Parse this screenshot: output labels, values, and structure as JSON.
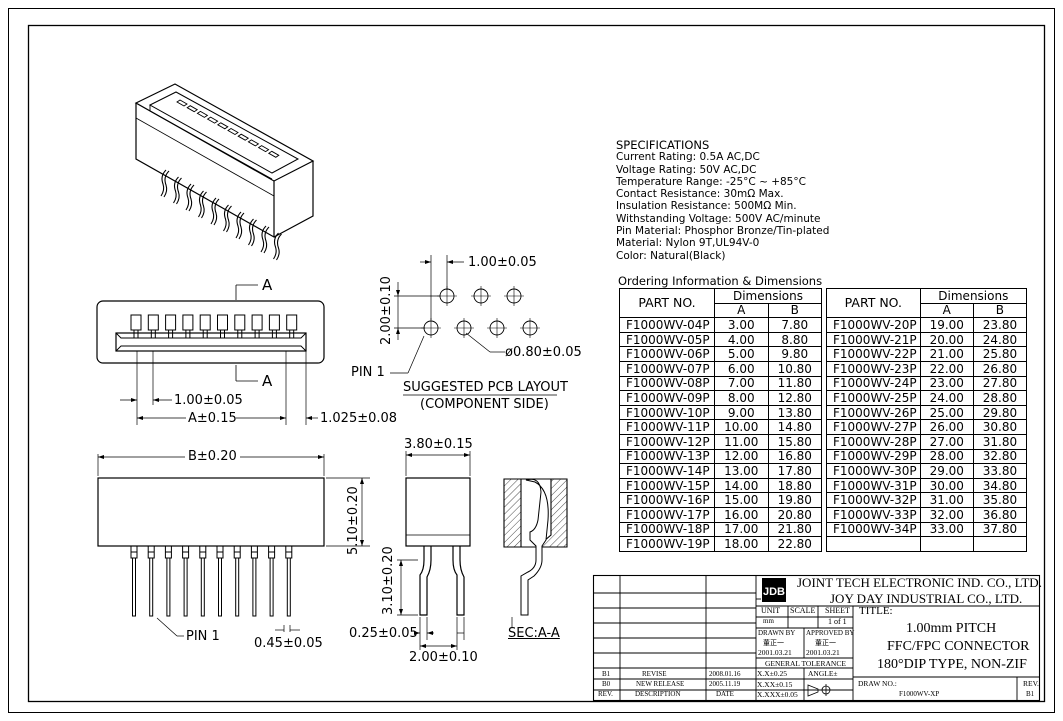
{
  "drawing": {
    "labels": {
      "section_a": "A",
      "dim_1_00": "1.00±0.05",
      "dim_a": "A±0.15",
      "dim_1_025": "1.025±0.08",
      "dim_b": "B±0.20",
      "dim_5_10": "5.10±0.20",
      "pin1_bottom": "PIN 1",
      "dim_0_45": "0.45±0.05",
      "dim_3_80": "3.80±0.15",
      "dim_3_10": "3.10±0.20",
      "dim_0_25": "0.25±0.05",
      "dim_2_00_bottom": "2.00±0.10",
      "sec_aa": "SEC:A-A",
      "pcb_1_00": "1.00±0.05",
      "pcb_0_10": "0.10",
      "pcb_2_00": "2.00±",
      "pcb_hole": "ø0.80±0.05",
      "pcb_pin1": "PIN 1",
      "pcb_title": "SUGGESTED PCB LAYOUT",
      "pcb_sub": "(COMPONENT SIDE)"
    }
  },
  "specifications": {
    "heading": "SPECIFICATIONS",
    "lines": [
      "Current Rating: 0.5A AC,DC",
      "Voltage Rating: 50V AC,DC",
      "Temperature Range: -25°C ~ +85°C",
      "Contact Resistance: 30mΩ Max.",
      "Insulation Resistance: 500MΩ Min.",
      "Withstanding Voltage: 500V AC/minute",
      "Pin Material: Phosphor Bronze/Tin-plated",
      "Material: Nylon 9T,UL94V-0",
      "Color: Natural(Black)"
    ]
  },
  "ordering": {
    "title": "Ordering Information & Dimensions",
    "part_header": "PART NO.",
    "dim_header": "Dimensions",
    "col_a": "A",
    "col_b": "B",
    "left_rows": [
      {
        "part": "F1000WV-04P",
        "a": "3.00",
        "b": "7.80"
      },
      {
        "part": "F1000WV-05P",
        "a": "4.00",
        "b": "8.80"
      },
      {
        "part": "F1000WV-06P",
        "a": "5.00",
        "b": "9.80"
      },
      {
        "part": "F1000WV-07P",
        "a": "6.00",
        "b": "10.80"
      },
      {
        "part": "F1000WV-08P",
        "a": "7.00",
        "b": "11.80"
      },
      {
        "part": "F1000WV-09P",
        "a": "8.00",
        "b": "12.80"
      },
      {
        "part": "F1000WV-10P",
        "a": "9.00",
        "b": "13.80"
      },
      {
        "part": "F1000WV-11P",
        "a": "10.00",
        "b": "14.80"
      },
      {
        "part": "F1000WV-12P",
        "a": "11.00",
        "b": "15.80"
      },
      {
        "part": "F1000WV-13P",
        "a": "12.00",
        "b": "16.80"
      },
      {
        "part": "F1000WV-14P",
        "a": "13.00",
        "b": "17.80"
      },
      {
        "part": "F1000WV-15P",
        "a": "14.00",
        "b": "18.80"
      },
      {
        "part": "F1000WV-16P",
        "a": "15.00",
        "b": "19.80"
      },
      {
        "part": "F1000WV-17P",
        "a": "16.00",
        "b": "20.80"
      },
      {
        "part": "F1000WV-18P",
        "a": "17.00",
        "b": "21.80"
      },
      {
        "part": "F1000WV-19P",
        "a": "18.00",
        "b": "22.80"
      }
    ],
    "right_rows": [
      {
        "part": "F1000WV-20P",
        "a": "19.00",
        "b": "23.80"
      },
      {
        "part": "F1000WV-21P",
        "a": "20.00",
        "b": "24.80"
      },
      {
        "part": "F1000WV-22P",
        "a": "21.00",
        "b": "25.80"
      },
      {
        "part": "F1000WV-23P",
        "a": "22.00",
        "b": "26.80"
      },
      {
        "part": "F1000WV-24P",
        "a": "23.00",
        "b": "27.80"
      },
      {
        "part": "F1000WV-25P",
        "a": "24.00",
        "b": "28.80"
      },
      {
        "part": "F1000WV-26P",
        "a": "25.00",
        "b": "29.80"
      },
      {
        "part": "F1000WV-27P",
        "a": "26.00",
        "b": "30.80"
      },
      {
        "part": "F1000WV-28P",
        "a": "27.00",
        "b": "31.80"
      },
      {
        "part": "F1000WV-29P",
        "a": "28.00",
        "b": "32.80"
      },
      {
        "part": "F1000WV-30P",
        "a": "29.00",
        "b": "33.80"
      },
      {
        "part": "F1000WV-31P",
        "a": "30.00",
        "b": "34.80"
      },
      {
        "part": "F1000WV-32P",
        "a": "31.00",
        "b": "35.80"
      },
      {
        "part": "F1000WV-33P",
        "a": "32.00",
        "b": "36.80"
      },
      {
        "part": "F1000WV-34P",
        "a": "33.00",
        "b": "37.80"
      },
      {
        "part": "",
        "a": "",
        "b": ""
      }
    ]
  },
  "title_block": {
    "logo": "JDB",
    "company_1": "JOINT TECH ELECTRONIC IND. CO., LTD.",
    "company_2": "JOY DAY INDUSTRIAL CO., LTD.",
    "unit_label": "UNIT",
    "unit_value": "mm",
    "scale_label": "SCALE",
    "sheet_label": "SHEET",
    "sheet_value": "1 of 1",
    "title_label": "TITLE:",
    "title_line_1": "1.00mm PITCH",
    "title_line_2": "FFC/FPC CONNECTOR",
    "title_line_3": "180°DIP TYPE, NON-ZIF",
    "drawn_by_label": "DRAWN BY",
    "drawn_by_name": "董正一",
    "drawn_by_date": "2001.03.21",
    "approved_by_label": "APPROVED BY",
    "approved_by_name": "董正一",
    "approved_by_date": "2001.03.21",
    "general_tolerance": "GENERAL TOLERANCE",
    "tol_1": "X.X±0.25",
    "tol_2": "X.XX±0.15",
    "tol_3": "X.XXX±0.05",
    "angle_label": "ANGLE±",
    "draw_no_label": "DRAW NO.:",
    "draw_no_value": "F1000WV-XP",
    "rev_label": "REV.",
    "rev_value": "B1",
    "revisions": [
      {
        "rev": "B1",
        "desc": "REVISE",
        "date": "2008.01.16"
      },
      {
        "rev": "B0",
        "desc": "NEW RELEASE",
        "date": "2005.11.19"
      }
    ],
    "rev_header": "REV.",
    "desc_header": "DESCRIPTION",
    "date_header": "DATE"
  }
}
